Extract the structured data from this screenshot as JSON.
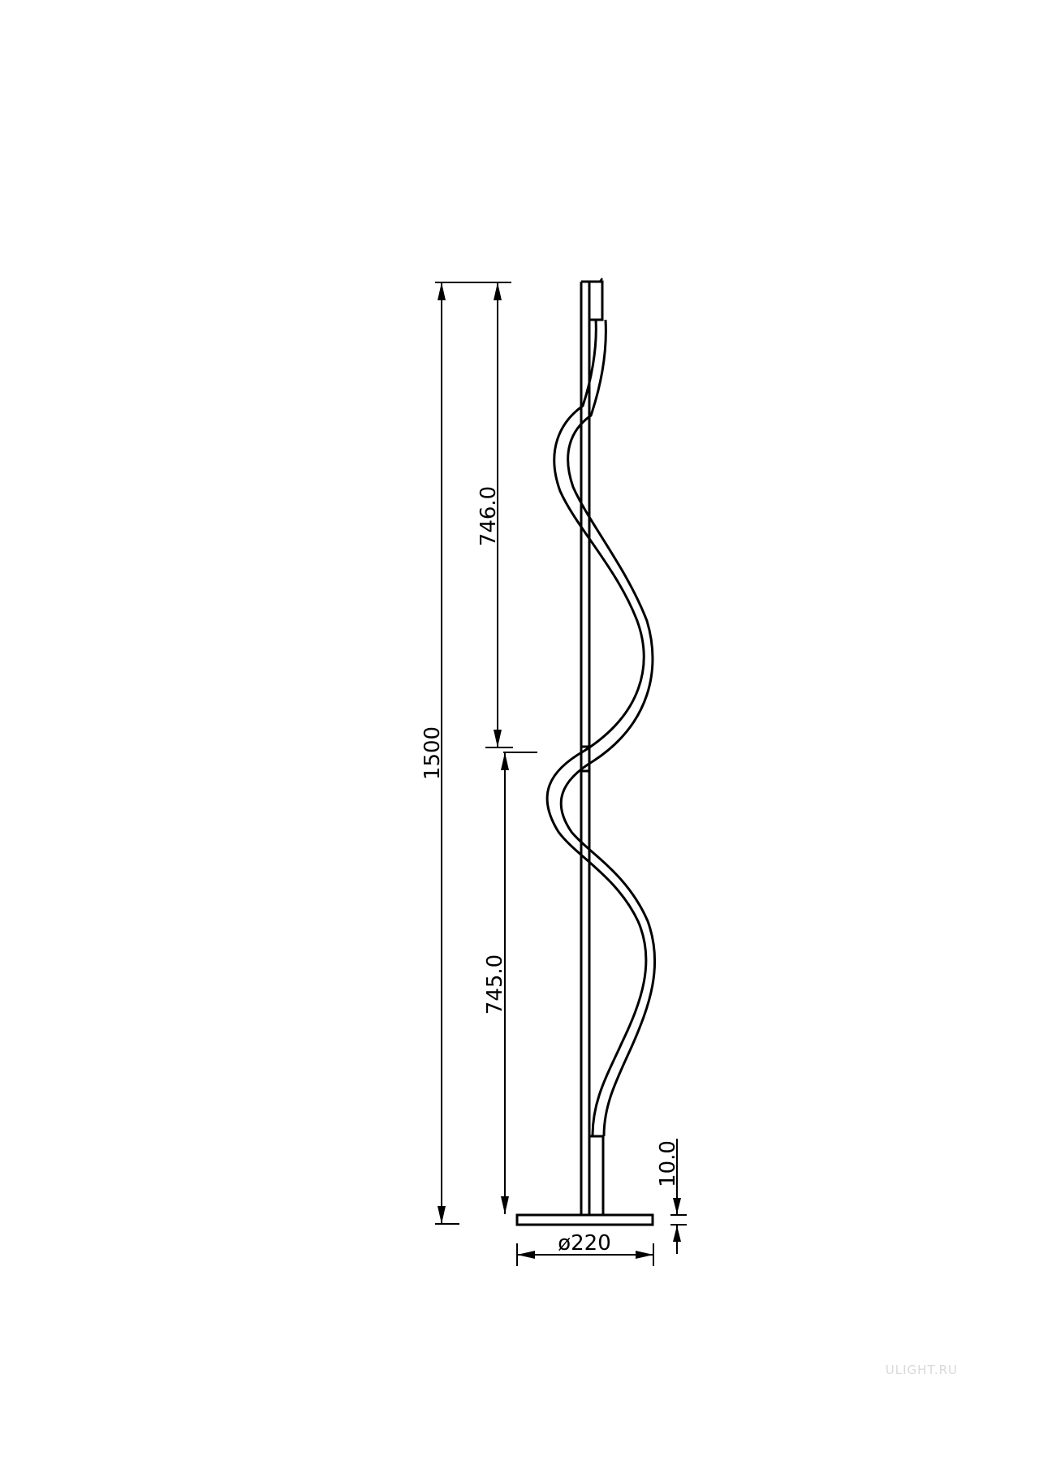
{
  "dimensions": {
    "total_height": "1500",
    "upper_section": "746.0",
    "lower_section": "745.0",
    "base_thickness": "10.0",
    "base_diameter": "ø220"
  },
  "watermark": "ULIGHT.RU",
  "colors": {
    "line": "#000000",
    "background": "#ffffff",
    "watermark": "#d9d9d9"
  }
}
